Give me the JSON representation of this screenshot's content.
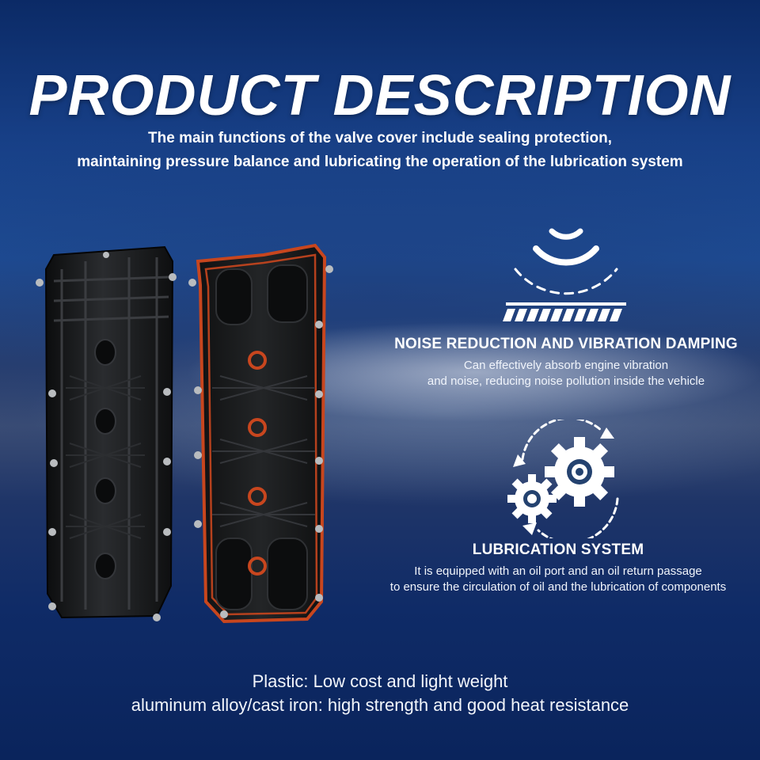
{
  "header": {
    "title": "PRODUCT DESCRIPTION",
    "subtitle_line1": "The main functions of the valve cover include sealing protection,",
    "subtitle_line2": "maintaining pressure balance and lubricating the operation of the lubrication system"
  },
  "features": [
    {
      "icon": "noise-damping-icon",
      "title": "NOISE REDUCTION AND VIBRATION DAMPING",
      "desc_line1": "Can effectively absorb engine vibration",
      "desc_line2": "and noise, reducing noise pollution inside the vehicle"
    },
    {
      "icon": "gears-cycle-icon",
      "title": "LUBRICATION SYSTEM",
      "desc_line1": "It is equipped with an oil port and an oil return passage",
      "desc_line2": "to ensure the circulation of oil and the lubrication of components"
    }
  ],
  "materials": {
    "line1": "Plastic: Low cost and light weight",
    "line2": "aluminum alloy/cast iron: high strength and good heat resistance"
  },
  "product_images": {
    "items": [
      "valve-cover-top",
      "valve-cover-underside"
    ]
  },
  "colors": {
    "gasket": "#c8461e",
    "cover": "#161718",
    "background": "#173f86"
  }
}
